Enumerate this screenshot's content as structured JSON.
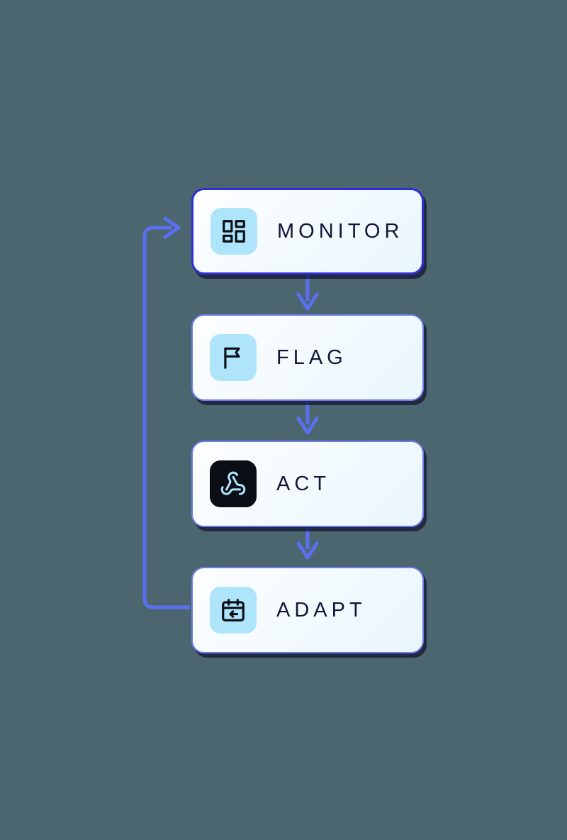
{
  "diagram": {
    "title": "Monitor Flag Act Adapt feedback loop",
    "background_color": "#4c6670",
    "connector_color": "#5a6ff0",
    "accent_border_primary": "#2f2fd4",
    "accent_border_secondary": "#6a7cf0",
    "text_color": "#151538",
    "nodes": [
      {
        "id": "monitor",
        "label": "MONITOR",
        "icon": "dashboard-grid-icon",
        "icon_tile_color": "#aee5fb",
        "icon_glyph_color": "#0b0e14",
        "emphasis": "primary"
      },
      {
        "id": "flag",
        "label": "FLAG",
        "icon": "flag-icon",
        "icon_tile_color": "#aee5fb",
        "icon_glyph_color": "#0b0e14",
        "emphasis": "secondary"
      },
      {
        "id": "act",
        "label": "ACT",
        "icon": "webhook-icon",
        "icon_tile_color": "#0b0e14",
        "icon_glyph_color": "#aee5fb",
        "emphasis": "secondary"
      },
      {
        "id": "adapt",
        "label": "ADAPT",
        "icon": "calendar-back-arrow-icon",
        "icon_tile_color": "#aee5fb",
        "icon_glyph_color": "#0b0e14",
        "emphasis": "secondary"
      }
    ],
    "connectors": [
      {
        "id": "monitor-to-flag",
        "from": "monitor",
        "to": "flag",
        "direction": "down",
        "arrowhead": true
      },
      {
        "id": "flag-to-act",
        "from": "flag",
        "to": "act",
        "direction": "down",
        "arrowhead": true
      },
      {
        "id": "act-to-adapt",
        "from": "act",
        "to": "adapt",
        "direction": "down",
        "arrowhead": true
      },
      {
        "id": "adapt-to-monitor-feedback",
        "from": "adapt",
        "to": "monitor",
        "direction": "loop-left-up",
        "arrowhead": true
      }
    ]
  }
}
